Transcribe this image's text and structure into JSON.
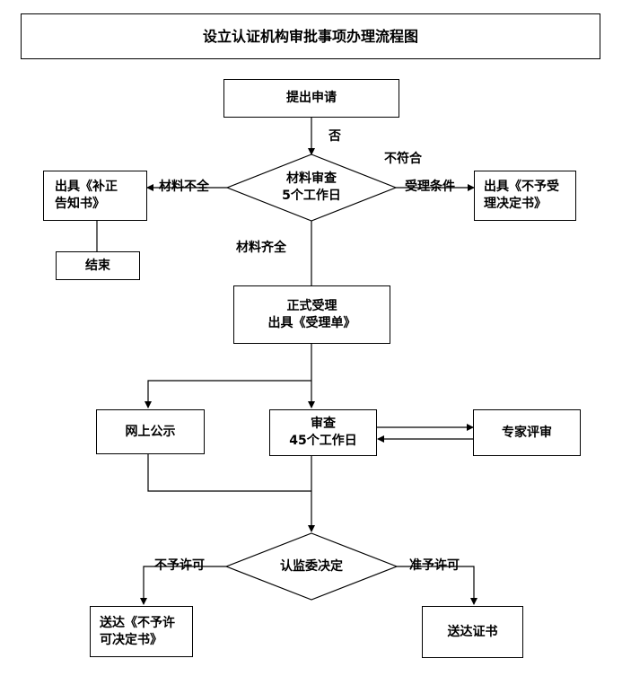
{
  "title": "设立认证机构审批事项办理流程图",
  "nodes": {
    "apply": "提出申请",
    "review_line1": "材料审查",
    "review_line2": "5个工作日",
    "supplement_line1": "出具《补正",
    "supplement_line2": "告知书》",
    "end": "结束",
    "reject_line1": "出具《不予受",
    "reject_line2": "理决定书》",
    "accept_line1": "正式受理",
    "accept_line2": "出具《受理单》",
    "publicity": "网上公示",
    "audit_line1": "审查",
    "audit_line2": "45个工作日",
    "expert": "专家评审",
    "decision": "认监委决定",
    "deny_line1": "送达《不予许",
    "deny_line2": "可决定书》",
    "certificate": "送达证书"
  },
  "edges": {
    "no": "否",
    "incomplete": "材料不全",
    "noncompliant_line1": "不符合",
    "noncompliant_line2": "受理条件",
    "complete": "材料齐全",
    "deny": "不予许可",
    "grant": "准予许可"
  }
}
